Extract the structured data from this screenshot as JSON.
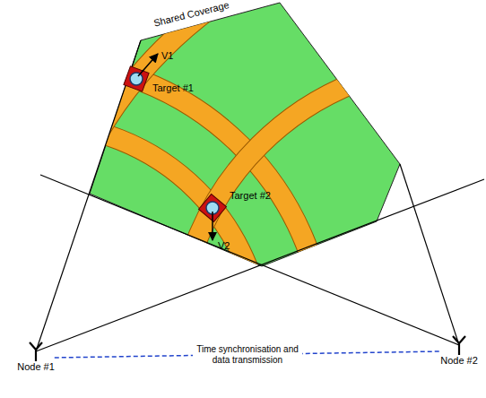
{
  "diagram": {
    "nodes": [
      {
        "text": [
          "Node #1"
        ]
      },
      {
        "text": [
          "Node #2"
        ]
      }
    ],
    "edges": [
      {
        "from": 0,
        "to": 1,
        "arrow": "none",
        "label": "Time synchronisation and data transmission"
      }
    ],
    "labels": [
      "Shared Coverage",
      "Target #1",
      "Target #2",
      "V1",
      "V2"
    ]
  }
}
